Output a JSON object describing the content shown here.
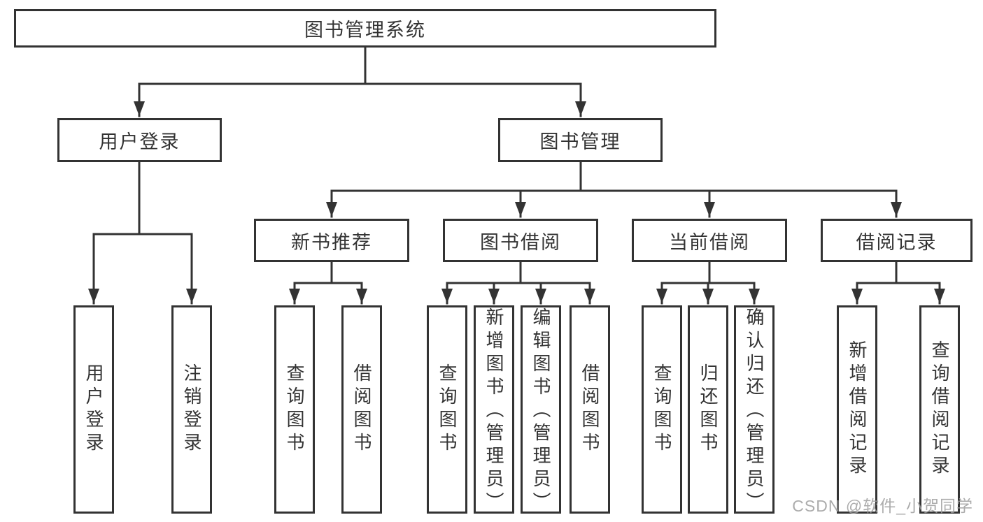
{
  "diagram": {
    "title": "图书管理系统",
    "branches": [
      {
        "label": "用户登录",
        "children": [
          {
            "label": "用户登录"
          },
          {
            "label": "注销登录"
          }
        ]
      },
      {
        "label": "图书管理",
        "children": [
          {
            "label": "新书推荐",
            "children": [
              {
                "label": "查询图书"
              },
              {
                "label": "借阅图书"
              }
            ]
          },
          {
            "label": "图书借阅",
            "children": [
              {
                "label": "查询图书"
              },
              {
                "label": "新增图书（管理员）"
              },
              {
                "label": "编辑图书（管理员）"
              },
              {
                "label": "借阅图书"
              }
            ]
          },
          {
            "label": "当前借阅",
            "children": [
              {
                "label": "查询图书"
              },
              {
                "label": "归还图书"
              },
              {
                "label": "确认归还（管理员）"
              }
            ]
          },
          {
            "label": "借阅记录",
            "children": [
              {
                "label": "新增借阅记录"
              },
              {
                "label": "查询借阅记录"
              }
            ]
          }
        ]
      }
    ]
  },
  "watermark": {
    "text": "CSDN @软件_小贺同学"
  },
  "colors": {
    "line": "#333333",
    "box_border": "#333333",
    "box_background": "#ffffff",
    "text": "#333333",
    "watermark": "#9e9e9e"
  }
}
